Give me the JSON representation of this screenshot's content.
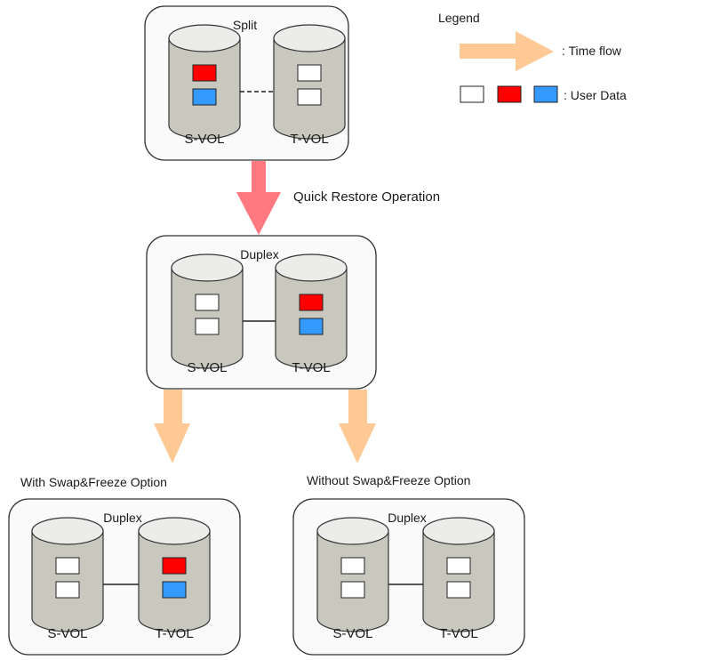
{
  "colors": {
    "box_fill": "#fafafa",
    "box_stroke": "#333333",
    "cyl_body": "#c9c8bf",
    "cyl_top": "#ececea",
    "red": "#ff0000",
    "blue": "#3399ff",
    "white": "#ffffff",
    "quick_restore_arrow": "#ff7a80",
    "time_flow_arrow": "#ffc995"
  },
  "legend": {
    "title": "Legend",
    "time_flow_label": ": Time flow",
    "user_data_label": ": User Data",
    "user_data_swatches": [
      "white",
      "red",
      "blue"
    ]
  },
  "quick_restore_label": "Quick Restore Operation",
  "branches": {
    "left_label": "With Swap&Freeze Option",
    "right_label": "Without Swap&Freeze Option"
  },
  "panels": [
    {
      "id": "split",
      "status": "Split",
      "link": "dashed",
      "svol": {
        "label": "S-VOL",
        "blocks": [
          "red",
          "blue"
        ]
      },
      "tvol": {
        "label": "T-VOL",
        "blocks": [
          "white",
          "white"
        ]
      }
    },
    {
      "id": "duplex-after-restore",
      "status": "Duplex",
      "link": "solid",
      "svol": {
        "label": "S-VOL",
        "blocks": [
          "white",
          "white"
        ]
      },
      "tvol": {
        "label": "T-VOL",
        "blocks": [
          "red",
          "blue"
        ]
      }
    },
    {
      "id": "duplex-with-swap-freeze",
      "status": "Duplex",
      "link": "solid",
      "svol": {
        "label": "S-VOL",
        "blocks": [
          "white",
          "white"
        ]
      },
      "tvol": {
        "label": "T-VOL",
        "blocks": [
          "red",
          "blue"
        ]
      }
    },
    {
      "id": "duplex-without-swap-freeze",
      "status": "Duplex",
      "link": "solid",
      "svol": {
        "label": "S-VOL",
        "blocks": [
          "white",
          "white"
        ]
      },
      "tvol": {
        "label": "T-VOL",
        "blocks": [
          "white",
          "white"
        ]
      }
    }
  ]
}
